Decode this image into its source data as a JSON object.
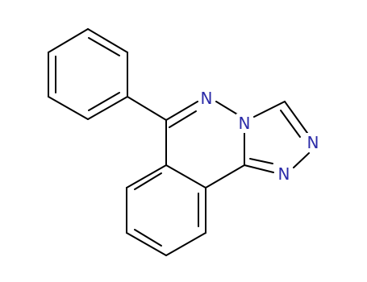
{
  "molecule": {
    "atom_color_n": "#2b2ba8",
    "bond_color": "#000000",
    "labels": {
      "n1": "N",
      "n2": "N",
      "n3": "N",
      "n4": "N"
    }
  }
}
